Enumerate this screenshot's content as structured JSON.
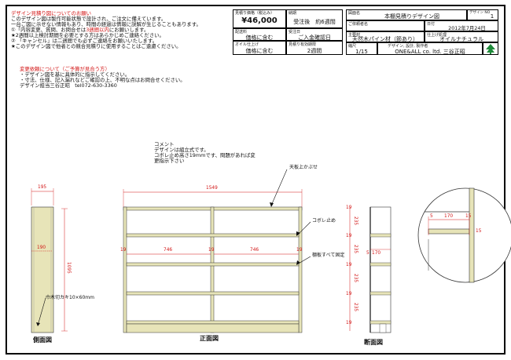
{
  "notice": {
    "title": "デザイン見積り図についてのお願い",
    "lines": [
      "このデザイン図は製作可能状態で設計され、ご注文に備えています。",
      "一台ご図に示せない情報もあり、時間の経過は情報に誤解が生じることもあります。",
      "①「内容変更、質問、お問合せは",
      "3週間以内",
      "にお願いします。",
      "★2週間以上検討期間を必要とする方はあらかじめご連絡ください。",
      "② 「キャンセル」は二週間でも必ずご連絡をお願いいたします。",
      "★このデザイン図で他者との競合見積りに使用することはご遠慮ください。"
    ]
  },
  "change_request": {
    "title": "変更依頼について（ご予算が見合う方）",
    "lines": [
      "・デザイン図を基に具体的に指示してください。",
      "・寸法、仕様、記入漏れなどご確認の上、不明な点はお問合せください。",
      "デザイン担当三谷正昭　tel072-630-3360"
    ]
  },
  "title_block": {
    "price_label": "見積り価格（税込み）",
    "price": "¥46,000",
    "delivery_label": "配送料",
    "delivery": "価格に含む",
    "oil_label": "オイル仕上げ",
    "oil": "価格に含む",
    "leadtime_label": "納期",
    "leadtime": "受注後　約6週間",
    "start_label": "受注日",
    "start": "ご入金確認日",
    "validity_label": "見積り有効期限",
    "validity": "2週間",
    "drawing_label": "図面名",
    "drawing": "本棚見積りデザイン図",
    "design_no_label": "デザイン NO",
    "design_no": "1",
    "customer_label": "ご依頼者名",
    "date_label": "日付",
    "date": "2012年7月24日",
    "material_label": "主要材",
    "material": "天然木パイン材（節あり）",
    "finish_label": "仕上げ処理",
    "finish": "オイルナチュラル",
    "scale_label": "縮尺",
    "scale": "1/15",
    "maker_label": "デザイン, 設計, 製作者",
    "maker": "ONE&ALL co. ltd. 三谷正昭"
  },
  "comments": {
    "title": "コメント",
    "lines": [
      "デザインは組立式です。",
      "コボレ止め高さ19mmです、問題があれば変",
      "更指示下さい"
    ]
  },
  "callouts": {
    "top_flush": "天板上かぶせ",
    "lip": "コボレ止め",
    "shelves_fixed": "棚板すべて固定",
    "base": "巾木切カキ10×60mm"
  },
  "dimensions": {
    "side_width": "195",
    "side_inner": "190",
    "side_height": "1095",
    "front_width": "1549",
    "front_bay_left": "746",
    "front_bay_right": "746",
    "board": "19",
    "section_stack": [
      "19",
      "235",
      "19",
      "235",
      "19",
      "235",
      "19",
      "235",
      "19"
    ],
    "detail_width": "170",
    "detail_board": "15",
    "detail_edge": "5",
    "section_width": "170",
    "section_edge": "5"
  },
  "view_labels": {
    "side": "側面図",
    "front": "正面図",
    "section": "断面図"
  },
  "colors": {
    "wood": "#e7e4b8",
    "accent": "#d21414",
    "logo": "#1f8a3a"
  }
}
